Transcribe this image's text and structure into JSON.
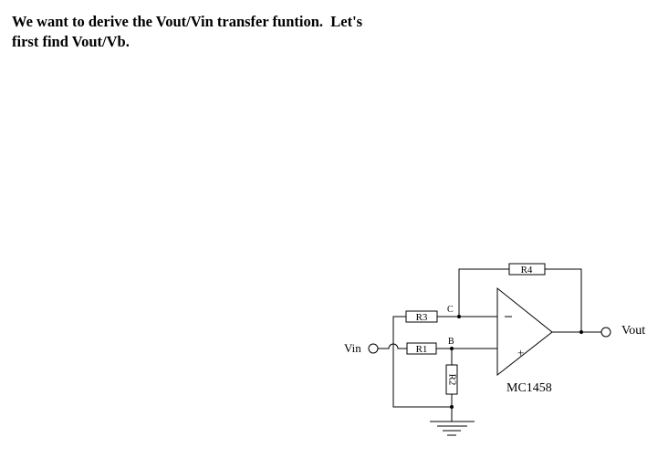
{
  "heading": {
    "line1": "We want to derive the Vout/Vin transfer funtion.  Let's",
    "line2": "first find Vout/Vb."
  },
  "circuit": {
    "input_label": "Vin",
    "output_label": "Vout",
    "resistors": {
      "r1": "R1",
      "r2": "R2",
      "r3": "R3",
      "r4": "R4"
    },
    "nodes": {
      "b": "B",
      "c": "C"
    },
    "opamp": {
      "part": "MC1458",
      "inv_sign": "−",
      "noninv_sign": "+"
    }
  }
}
